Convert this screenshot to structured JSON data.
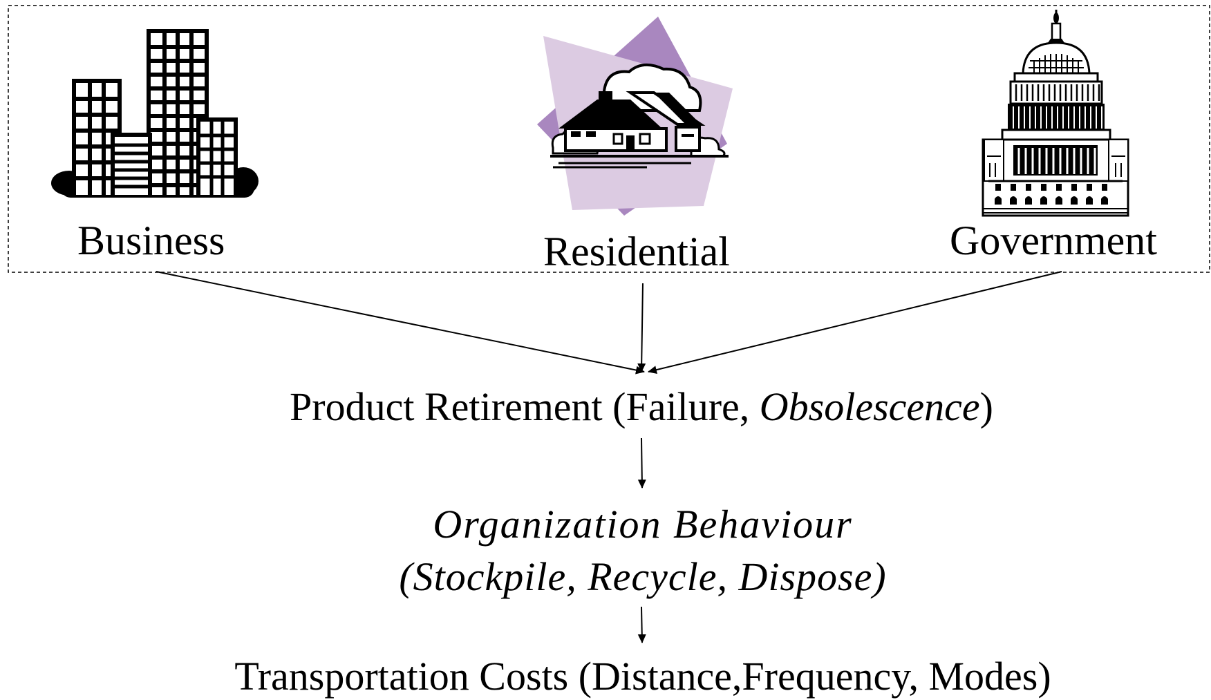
{
  "sources": {
    "business": {
      "label": "Business",
      "icon": "office-buildings-icon"
    },
    "residential": {
      "label": "Residential",
      "icon": "house-icon"
    },
    "government": {
      "label": "Government",
      "icon": "capitol-building-icon"
    }
  },
  "retirement": {
    "text": "Product Retirement (Failure, ",
    "italic_text": "Obsolescence",
    "closing": ")"
  },
  "behaviour": {
    "line1": "Organization Behaviour",
    "line2": "(Stockpile, Recycle, Dispose)"
  },
  "transport": {
    "text": "Transportation Costs (Distance,Frequency, Modes)"
  },
  "colors": {
    "lilac_light": "#dccbe2",
    "lilac_dark": "#a987bf",
    "ink": "#000000"
  }
}
